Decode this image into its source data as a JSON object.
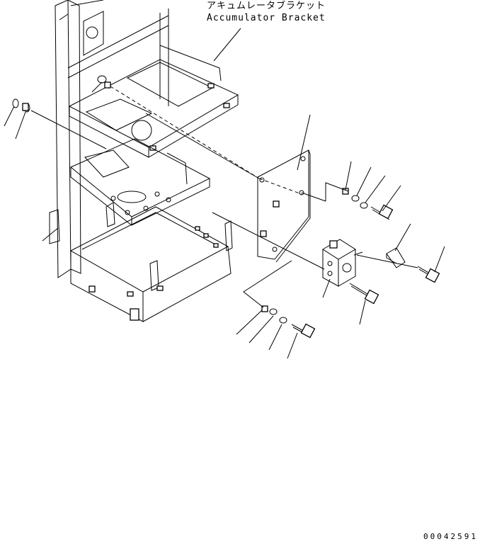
{
  "labels": {
    "japanese": "アキュムレータブラケット",
    "english": "Accumulator Bracket"
  },
  "drawing_number": "00042591"
}
